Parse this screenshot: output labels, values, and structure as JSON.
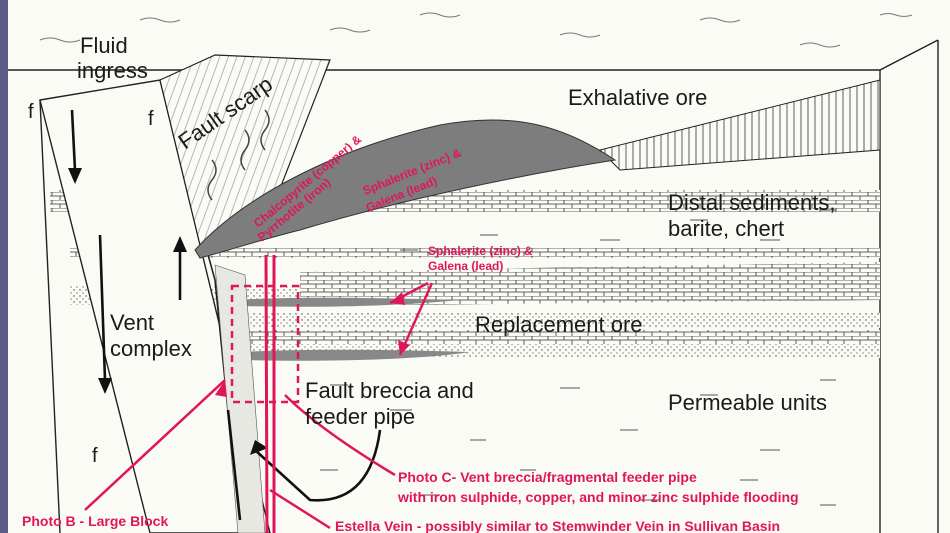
{
  "labels": {
    "fluid_ingress": [
      "Fluid",
      "ingress"
    ],
    "fault_scarp": "Fault scarp",
    "exhalative_ore": "Exhalative ore",
    "distal_sediments": [
      "Distal sediments,",
      "barite, chert"
    ],
    "vent_complex": [
      "Vent",
      "complex"
    ],
    "replacement_ore": "Replacement ore",
    "fault_breccia": [
      "Fault breccia and",
      "feeder pipe"
    ],
    "permeable_units": "Permeable units",
    "f_marks": [
      "f",
      "f",
      "f"
    ]
  },
  "annotations": {
    "chalcopyrite": [
      "Chalcopyrite (copper) &",
      "Pyrrhotite (iron)"
    ],
    "sphalerite_upper": [
      "Sphalerite (zinc) &",
      "Galena (lead)"
    ],
    "sphalerite_lower": [
      "Sphalerite (zinc) &",
      "Galena (lead)"
    ],
    "photo_c": [
      "Photo C- Vent breccia/fragmental feeder pipe",
      "with iron sulphide, copper, and minor zinc sulphide flooding"
    ],
    "photo_b": "Photo B - Large Block",
    "estella": "Estella Vein - possibly similar to Stemwinder Vein in Sullivan Basin"
  },
  "colors": {
    "annotation": "#e0165c",
    "ore": "#7d7d7d",
    "background": "#5a5c8a"
  }
}
